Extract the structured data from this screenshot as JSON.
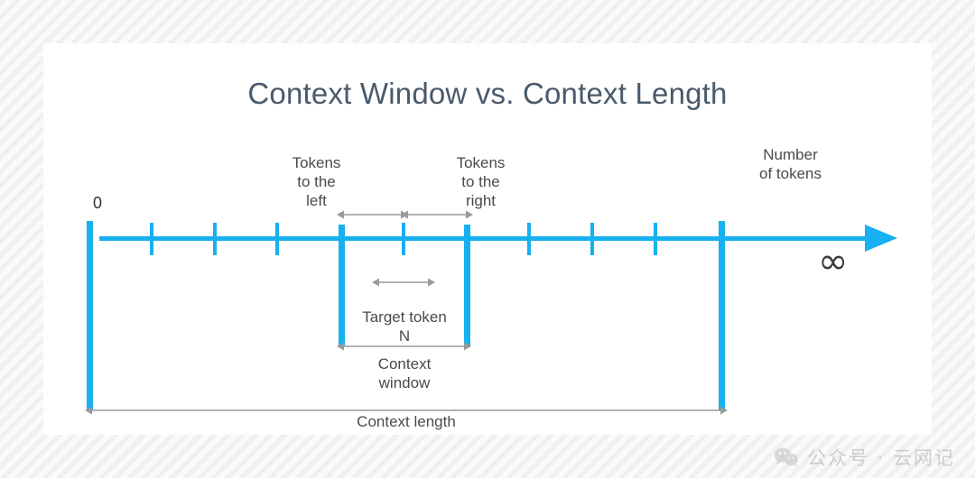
{
  "slide": {
    "title": "Context Window vs. Context Length",
    "background": "#ffffff",
    "accent_color": "#17b0f0",
    "text_color": "#4a4a4a",
    "title_color": "#495a6b"
  },
  "diagram": {
    "type": "token-axis",
    "axis": {
      "origin_label": "0",
      "end_label_line1": "Number",
      "end_label_line2": "of tokens",
      "infinity_symbol": "∞"
    },
    "labels": {
      "tokens_left_line1": "Tokens",
      "tokens_left_line2": "to the",
      "tokens_left_line3": "left",
      "tokens_right_line1": "Tokens",
      "tokens_right_line2": "to the",
      "tokens_right_line3": "right",
      "target_token_line1": "Target token",
      "target_token_line2": "N",
      "context_window_line1": "Context",
      "context_window_line2": "window",
      "context_length": "Context length"
    },
    "ticks": [
      110,
      180,
      250,
      319,
      459,
      598,
      668,
      738
    ],
    "bars_tall": [
      110,
      810
    ],
    "bars_mid": [
      389,
      528
    ]
  },
  "watermark": {
    "icon": "wechat-icon",
    "text": "公众号 · 云网记"
  }
}
